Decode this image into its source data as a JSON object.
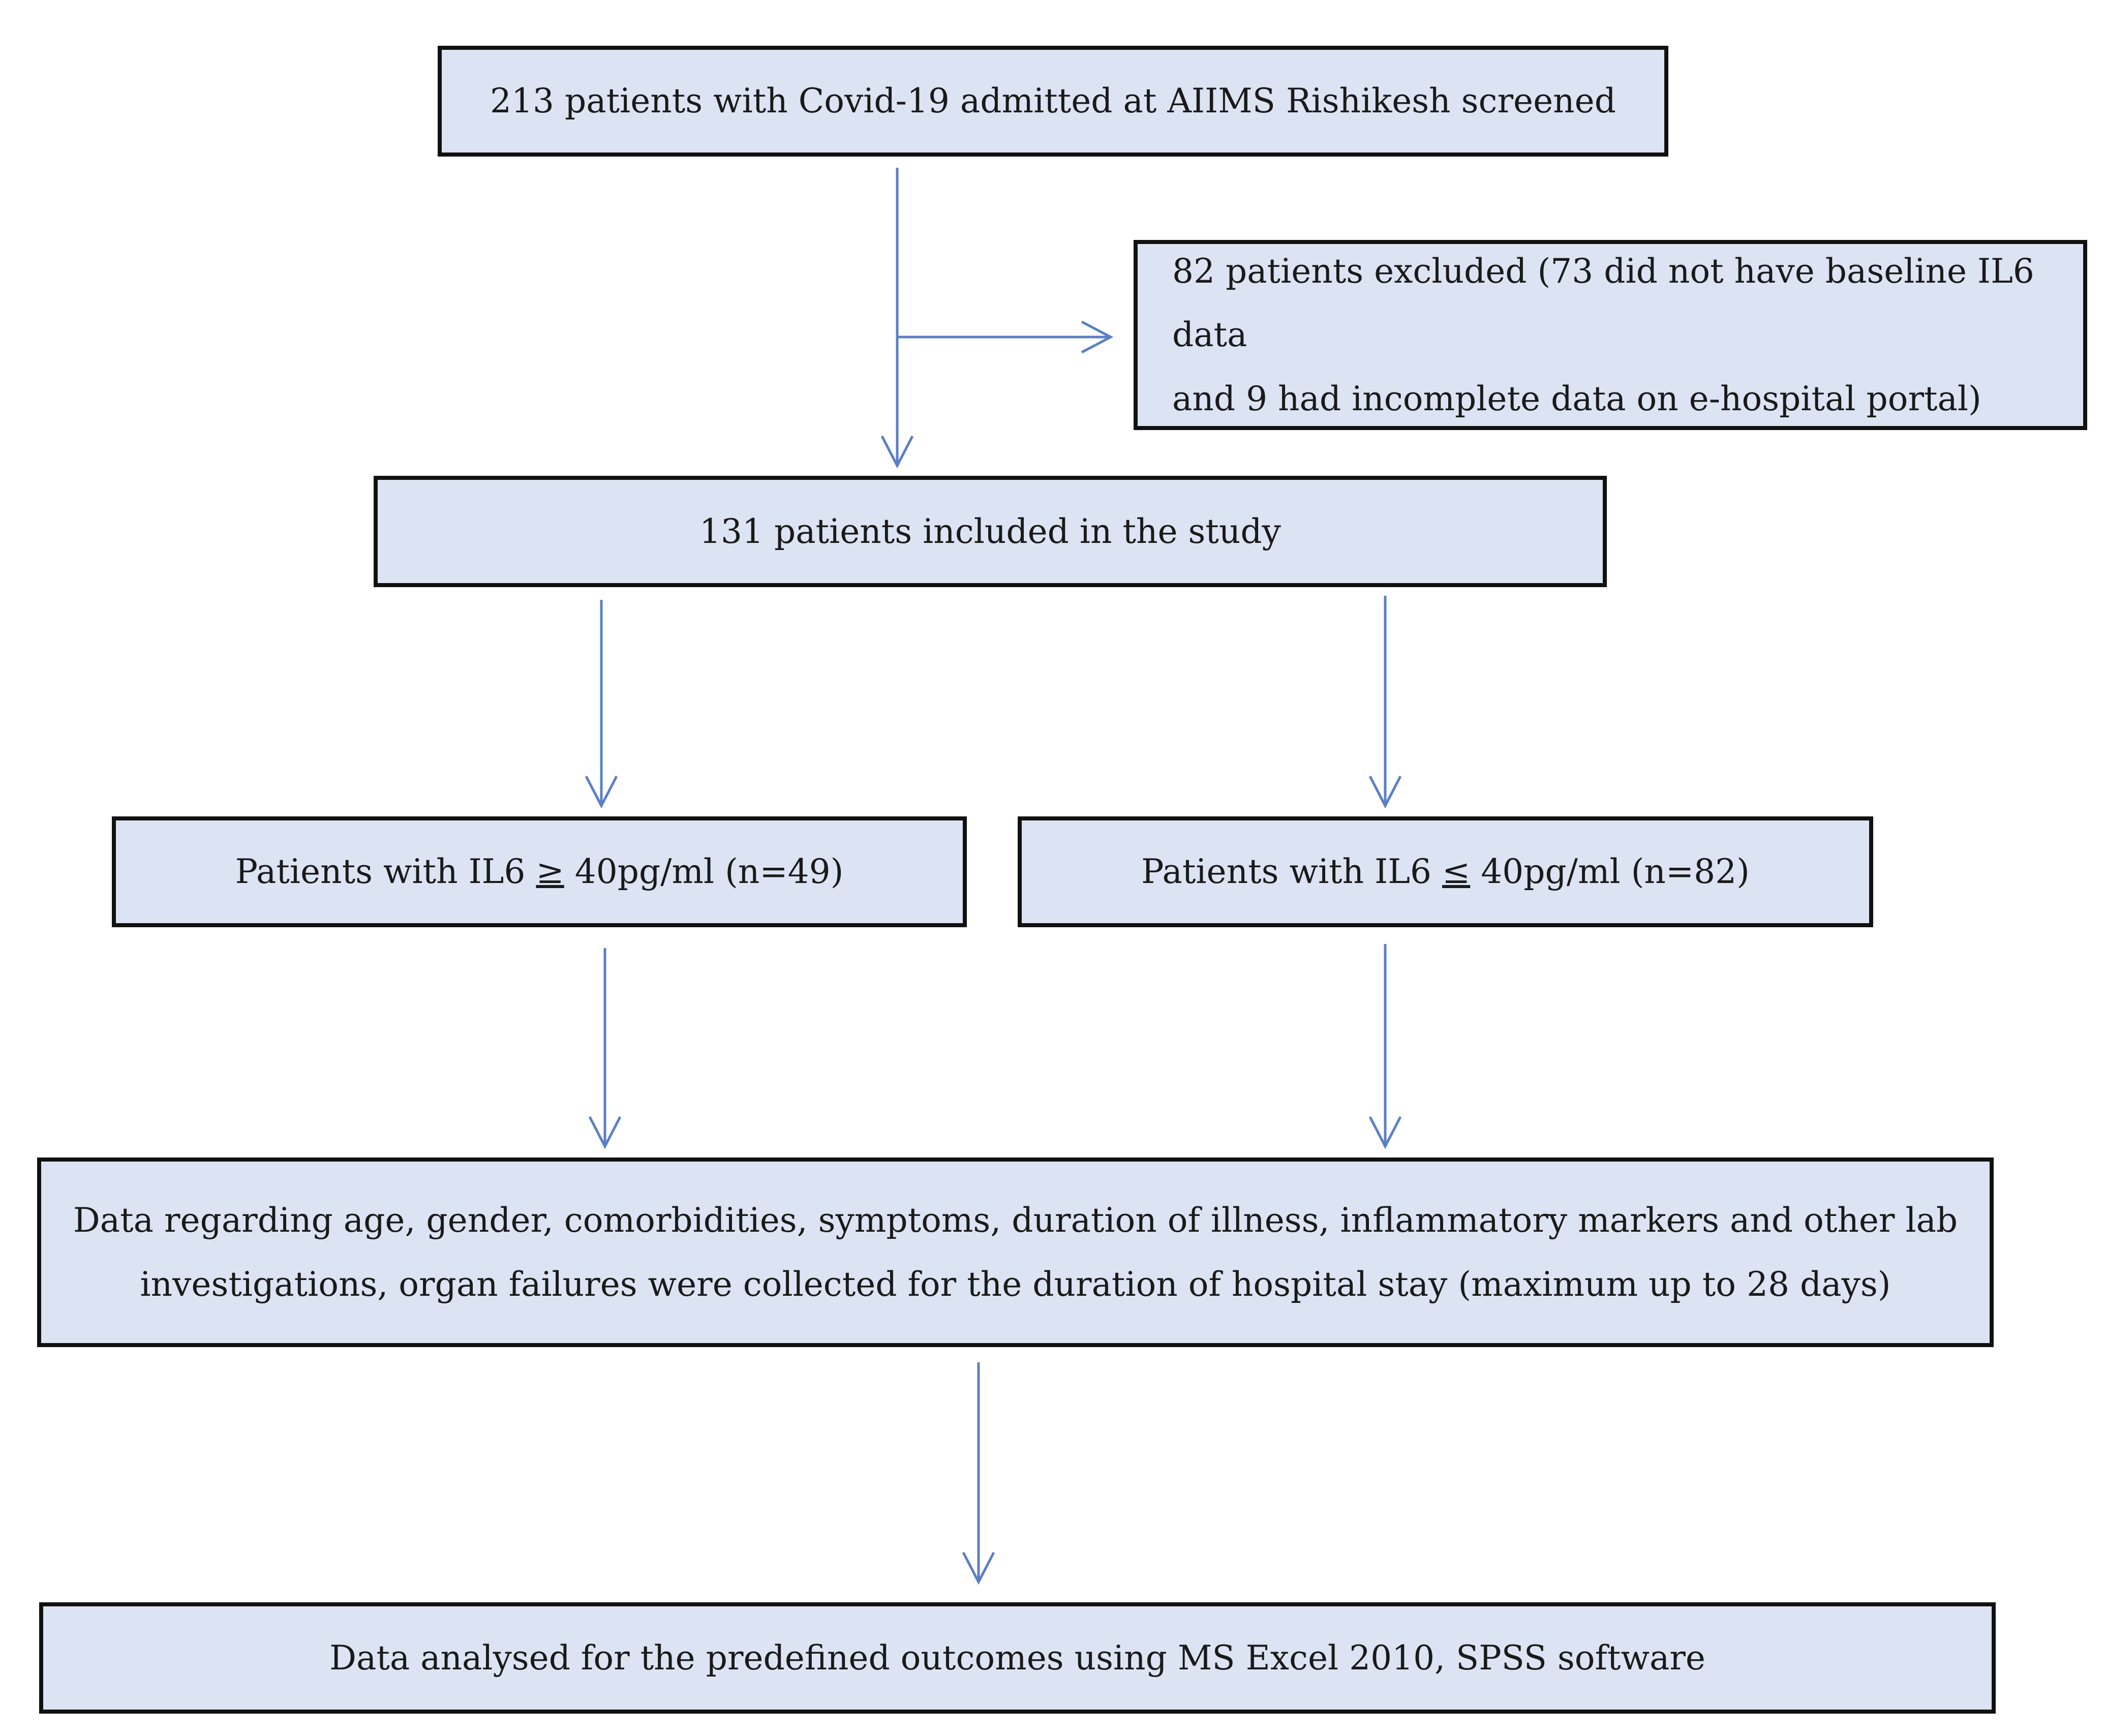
{
  "diagram": {
    "nodes": {
      "screened": "213 patients with Covid-19 admitted at AIIMS Rishikesh screened",
      "excluded_line1": "82 patients excluded (73 did not have baseline IL6 data",
      "excluded_line2": "and 9 had incomplete data on e-hospital portal)",
      "included": "131 patients included in the study",
      "high_il6_pre": "Patients with IL6 ",
      "high_il6_symbol": "≥",
      "high_il6_post": " 40pg/ml (n=49)",
      "low_il6_pre": "Patients with IL6 ",
      "low_il6_symbol": "≤",
      "low_il6_post": " 40pg/ml (n=82)",
      "data_line1": "Data regarding age, gender, comorbidities, symptoms, duration of illness, inflammatory markers and other lab",
      "data_line2": "investigations, organ failures were collected for the duration of hospital stay (maximum up to 28 days)",
      "analysed": "Data analysed for the predefined outcomes using MS Excel 2010, SPSS software"
    },
    "colors": {
      "box_fill": "#dce4f3",
      "box_border": "#111111",
      "arrow": "#5b7fc4"
    }
  }
}
